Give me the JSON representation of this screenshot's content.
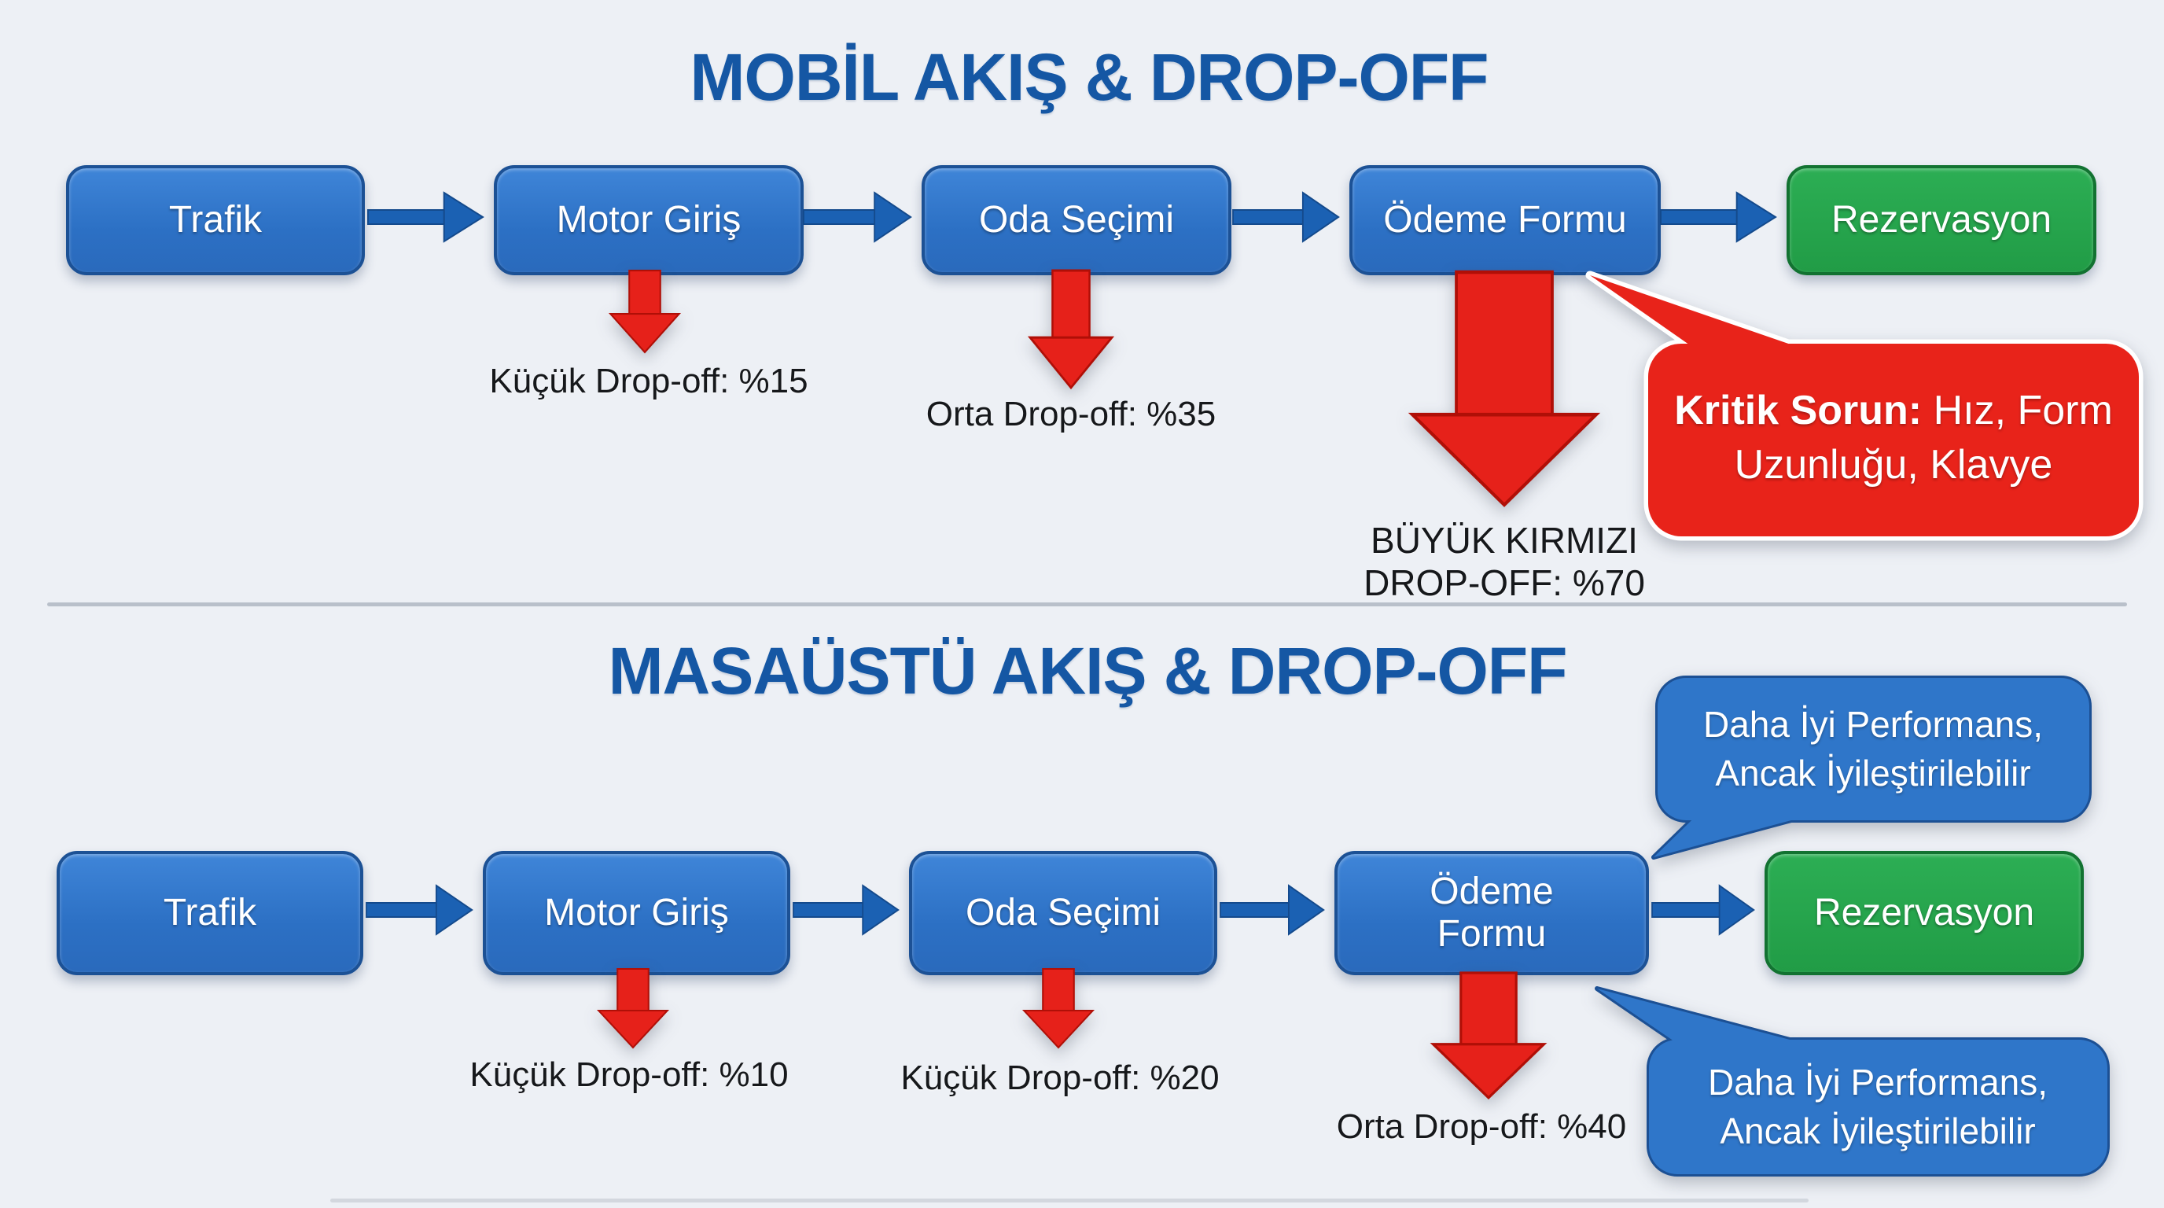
{
  "colors": {
    "background": "#edf0f5",
    "node_blue": "#2e74c6",
    "node_green": "#23a14c",
    "arrow_blue": "#1b61b3",
    "arrow_red": "#e6211a",
    "callout_red": "#e8231a",
    "title_blue": "#1557a4"
  },
  "mobile": {
    "title": "MOBİL AKIŞ & DROP-OFF",
    "nodes": [
      {
        "label": "Trafik"
      },
      {
        "label": "Motor Giriş"
      },
      {
        "label": "Oda Seçimi"
      },
      {
        "label": "Ödeme Formu"
      },
      {
        "label": "Rezervasyon"
      }
    ],
    "dropoffs": [
      {
        "label": "Küçük Drop-off: %15",
        "size": "small"
      },
      {
        "label": "Orta Drop-off: %35",
        "size": "medium"
      },
      {
        "line1": "BÜYÜK KIRMIZI",
        "line2": "DROP-OFF: %70",
        "size": "large"
      }
    ],
    "callout": {
      "line1_bold": "Kritik Sorun:",
      "line1_rest": " Hız, Form",
      "line2": "Uzunluğu, Klavye"
    }
  },
  "desktop": {
    "title": "MASAÜSTÜ AKIŞ & DROP-OFF",
    "nodes": [
      {
        "label": "Trafik"
      },
      {
        "label": "Motor Giriş"
      },
      {
        "label": "Oda Seçimi"
      },
      {
        "label": "Ödeme Formu"
      },
      {
        "label": "Rezervasyon"
      }
    ],
    "dropoffs": [
      {
        "label": "Küçük Drop-off: %10"
      },
      {
        "label": "Küçük Drop-off: %20"
      },
      {
        "label": "Orta Drop-off: %40"
      }
    ],
    "callouts": [
      {
        "line1": "Daha İyi Performans,",
        "line2": "Ancak İyileştirilebilir"
      },
      {
        "line1": "Daha İyi Performans,",
        "line2": "Ancak İyileştirilebilir"
      }
    ]
  }
}
